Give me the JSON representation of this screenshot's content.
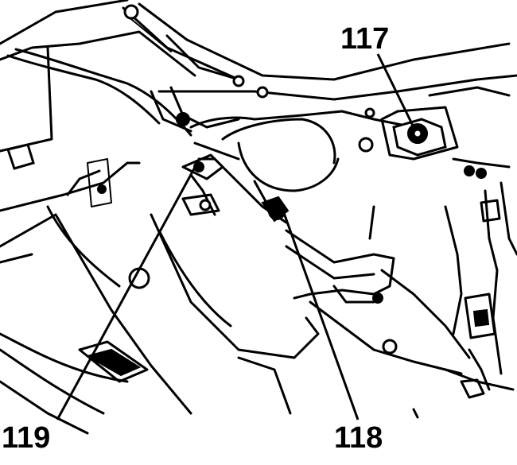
{
  "diagram": {
    "callouts": {
      "c117": "117",
      "c118": "118",
      "c119": "119"
    },
    "colors": {
      "ink": "#000000",
      "paper": "#ffffff"
    }
  }
}
